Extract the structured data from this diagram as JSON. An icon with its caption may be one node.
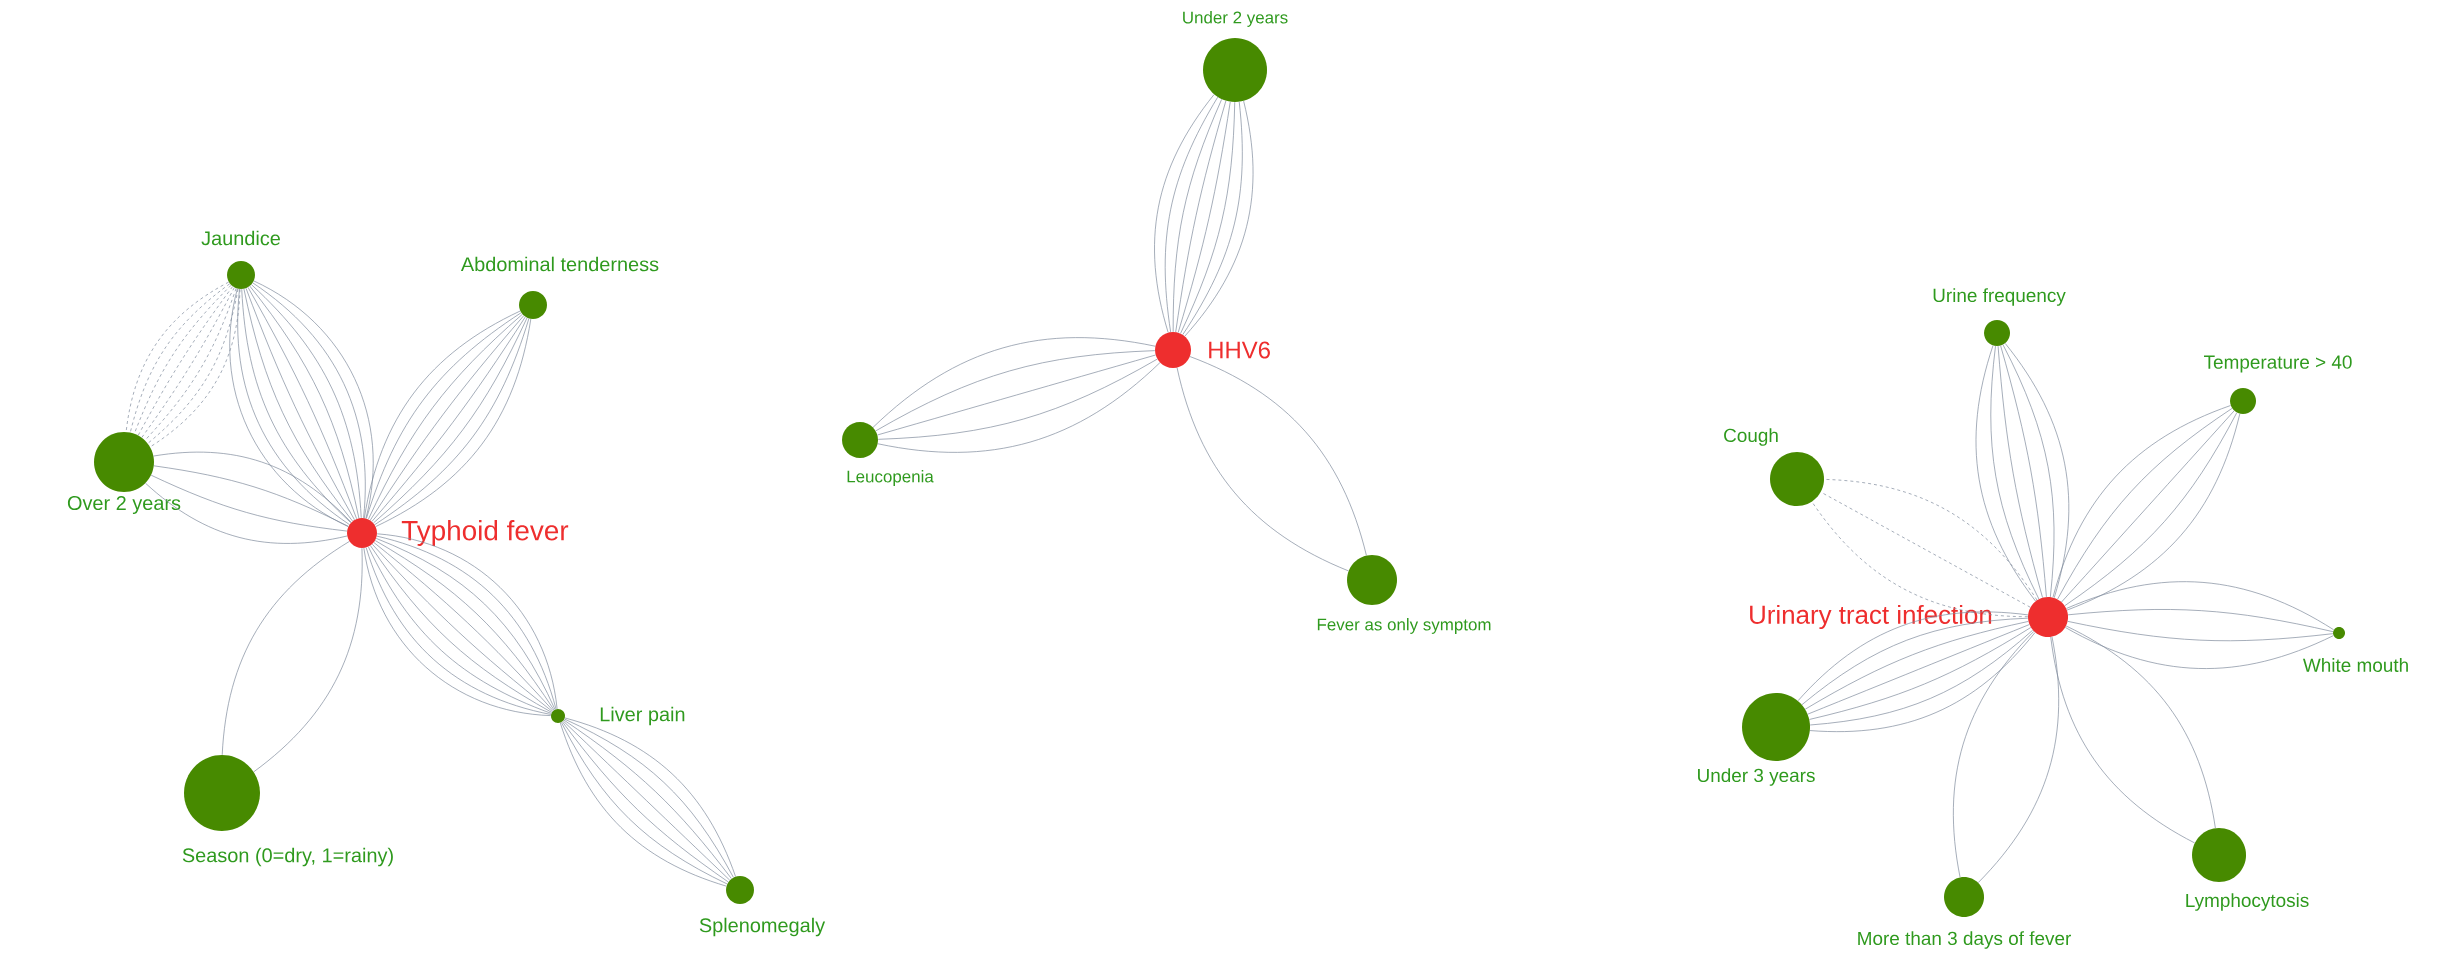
{
  "diagram": {
    "nodes": [
      {
        "text": [
          "Typhoid fever"
        ]
      },
      {
        "text": [
          "Jaundice"
        ]
      },
      {
        "text": [
          "Abdominal tenderness"
        ]
      },
      {
        "text": [
          "Over 2 years"
        ]
      },
      {
        "text": [
          "Season (0=dry, 1=rainy)"
        ]
      },
      {
        "text": [
          "Liver pain"
        ]
      },
      {
        "text": [
          "Splenomegaly"
        ]
      },
      {
        "text": [
          "HHV6"
        ]
      },
      {
        "text": [
          "Under 2 years"
        ]
      },
      {
        "text": [
          "Leucopenia"
        ]
      },
      {
        "text": [
          "Fever as only symptom"
        ]
      },
      {
        "text": [
          "Urinary tract infection"
        ]
      },
      {
        "text": [
          "Urine frequency"
        ]
      },
      {
        "text": [
          "Temperature > 40"
        ]
      },
      {
        "text": [
          "Cough"
        ]
      },
      {
        "text": [
          "White mouth"
        ]
      },
      {
        "text": [
          "Under 3 years"
        ]
      },
      {
        "text": [
          "More than 3 days of fever"
        ]
      },
      {
        "text": [
          "Lymphocytosis"
        ]
      }
    ],
    "edges": [
      {
        "from": 1,
        "to": 3,
        "arrow": "none",
        "style": "dashed"
      },
      {
        "from": 1,
        "to": 3,
        "arrow": "none",
        "style": "dashed"
      },
      {
        "from": 1,
        "to": 3,
        "arrow": "none",
        "style": "dashed"
      },
      {
        "from": 1,
        "to": 3,
        "arrow": "none",
        "style": "dashed"
      },
      {
        "from": 1,
        "to": 3,
        "arrow": "none",
        "style": "dashed"
      },
      {
        "from": 1,
        "to": 3,
        "arrow": "none",
        "style": "dashed"
      },
      {
        "from": 1,
        "to": 3,
        "arrow": "none",
        "style": "dashed"
      },
      {
        "from": 1,
        "to": 3,
        "arrow": "none",
        "style": "dashed"
      },
      {
        "from": 0,
        "to": 1,
        "arrow": "none"
      },
      {
        "from": 0,
        "to": 1,
        "arrow": "none"
      },
      {
        "from": 0,
        "to": 1,
        "arrow": "none"
      },
      {
        "from": 0,
        "to": 1,
        "arrow": "none"
      },
      {
        "from": 0,
        "to": 1,
        "arrow": "none"
      },
      {
        "from": 0,
        "to": 1,
        "arrow": "none"
      },
      {
        "from": 0,
        "to": 1,
        "arrow": "none"
      },
      {
        "from": 0,
        "to": 1,
        "arrow": "none"
      },
      {
        "from": 0,
        "to": 1,
        "arrow": "none"
      },
      {
        "from": 0,
        "to": 1,
        "arrow": "none"
      },
      {
        "from": 0,
        "to": 2,
        "arrow": "none"
      },
      {
        "from": 0,
        "to": 2,
        "arrow": "none"
      },
      {
        "from": 0,
        "to": 2,
        "arrow": "none"
      },
      {
        "from": 0,
        "to": 2,
        "arrow": "none"
      },
      {
        "from": 0,
        "to": 2,
        "arrow": "none"
      },
      {
        "from": 0,
        "to": 2,
        "arrow": "none"
      },
      {
        "from": 0,
        "to": 2,
        "arrow": "none"
      },
      {
        "from": 0,
        "to": 2,
        "arrow": "none"
      },
      {
        "from": 0,
        "to": 3,
        "arrow": "none"
      },
      {
        "from": 0,
        "to": 3,
        "arrow": "none"
      },
      {
        "from": 0,
        "to": 3,
        "arrow": "none"
      },
      {
        "from": 0,
        "to": 3,
        "arrow": "none"
      },
      {
        "from": 0,
        "to": 4,
        "arrow": "none"
      },
      {
        "from": 0,
        "to": 4,
        "arrow": "none"
      },
      {
        "from": 0,
        "to": 5,
        "arrow": "none"
      },
      {
        "from": 0,
        "to": 5,
        "arrow": "none"
      },
      {
        "from": 0,
        "to": 5,
        "arrow": "none"
      },
      {
        "from": 0,
        "to": 5,
        "arrow": "none"
      },
      {
        "from": 0,
        "to": 5,
        "arrow": "none"
      },
      {
        "from": 0,
        "to": 5,
        "arrow": "none"
      },
      {
        "from": 0,
        "to": 5,
        "arrow": "none"
      },
      {
        "from": 0,
        "to": 5,
        "arrow": "none"
      },
      {
        "from": 0,
        "to": 5,
        "arrow": "none"
      },
      {
        "from": 0,
        "to": 5,
        "arrow": "none"
      },
      {
        "from": 5,
        "to": 6,
        "arrow": "none"
      },
      {
        "from": 5,
        "to": 6,
        "arrow": "none"
      },
      {
        "from": 5,
        "to": 6,
        "arrow": "none"
      },
      {
        "from": 5,
        "to": 6,
        "arrow": "none"
      },
      {
        "from": 5,
        "to": 6,
        "arrow": "none"
      },
      {
        "from": 5,
        "to": 6,
        "arrow": "none"
      },
      {
        "from": 5,
        "to": 6,
        "arrow": "none"
      },
      {
        "from": 7,
        "to": 8,
        "arrow": "none"
      },
      {
        "from": 7,
        "to": 8,
        "arrow": "none"
      },
      {
        "from": 7,
        "to": 8,
        "arrow": "none"
      },
      {
        "from": 7,
        "to": 8,
        "arrow": "none"
      },
      {
        "from": 7,
        "to": 8,
        "arrow": "none"
      },
      {
        "from": 7,
        "to": 8,
        "arrow": "none"
      },
      {
        "from": 7,
        "to": 8,
        "arrow": "none"
      },
      {
        "from": 7,
        "to": 8,
        "arrow": "none"
      },
      {
        "from": 7,
        "to": 9,
        "arrow": "none"
      },
      {
        "from": 7,
        "to": 9,
        "arrow": "none"
      },
      {
        "from": 7,
        "to": 9,
        "arrow": "none"
      },
      {
        "from": 7,
        "to": 9,
        "arrow": "none"
      },
      {
        "from": 7,
        "to": 9,
        "arrow": "none"
      },
      {
        "from": 7,
        "to": 10,
        "arrow": "none"
      },
      {
        "from": 7,
        "to": 10,
        "arrow": "none"
      },
      {
        "from": 11,
        "to": 12,
        "arrow": "none"
      },
      {
        "from": 11,
        "to": 12,
        "arrow": "none"
      },
      {
        "from": 11,
        "to": 12,
        "arrow": "none"
      },
      {
        "from": 11,
        "to": 12,
        "arrow": "none"
      },
      {
        "from": 11,
        "to": 12,
        "arrow": "none"
      },
      {
        "from": 11,
        "to": 12,
        "arrow": "none"
      },
      {
        "from": 11,
        "to": 13,
        "arrow": "none"
      },
      {
        "from": 11,
        "to": 13,
        "arrow": "none"
      },
      {
        "from": 11,
        "to": 13,
        "arrow": "none"
      },
      {
        "from": 11,
        "to": 13,
        "arrow": "none"
      },
      {
        "from": 11,
        "to": 13,
        "arrow": "none"
      },
      {
        "from": 11,
        "to": 14,
        "arrow": "none",
        "style": "dashed"
      },
      {
        "from": 11,
        "to": 14,
        "arrow": "none",
        "style": "dashed"
      },
      {
        "from": 11,
        "to": 14,
        "arrow": "none",
        "style": "dashed"
      },
      {
        "from": 11,
        "to": 15,
        "arrow": "none"
      },
      {
        "from": 11,
        "to": 15,
        "arrow": "none"
      },
      {
        "from": 11,
        "to": 15,
        "arrow": "none"
      },
      {
        "from": 11,
        "to": 15,
        "arrow": "none"
      },
      {
        "from": 11,
        "to": 16,
        "arrow": "none"
      },
      {
        "from": 11,
        "to": 16,
        "arrow": "none"
      },
      {
        "from": 11,
        "to": 16,
        "arrow": "none"
      },
      {
        "from": 11,
        "to": 16,
        "arrow": "none"
      },
      {
        "from": 11,
        "to": 16,
        "arrow": "none"
      },
      {
        "from": 11,
        "to": 16,
        "arrow": "none"
      },
      {
        "from": 11,
        "to": 16,
        "arrow": "none"
      },
      {
        "from": 11,
        "to": 17,
        "arrow": "none"
      },
      {
        "from": 11,
        "to": 17,
        "arrow": "none"
      },
      {
        "from": 11,
        "to": 18,
        "arrow": "none"
      },
      {
        "from": 11,
        "to": 18,
        "arrow": "none"
      }
    ]
  }
}
